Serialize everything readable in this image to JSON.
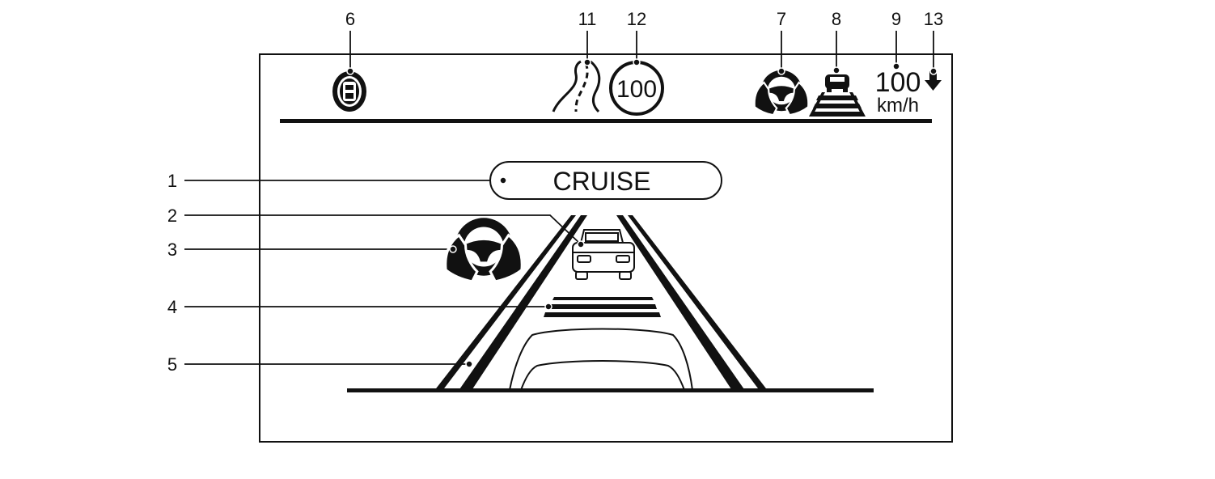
{
  "callouts": {
    "c1": "1",
    "c2": "2",
    "c3": "3",
    "c4": "4",
    "c5": "5",
    "c6": "6",
    "c7": "7",
    "c8": "8",
    "c9": "9",
    "c11": "11",
    "c12": "12",
    "c13": "13"
  },
  "display": {
    "mode_label": "CRUISE",
    "speed_limit_sign": "100",
    "set_speed": "100",
    "set_speed_unit": "km/h"
  },
  "icons": {
    "c6": "front-sensor-icon",
    "c11": "winding-road-icon",
    "c12": "speed-limit-sign-icon",
    "c7": "hands-on-wheel-icon",
    "c8": "distance-setting-icon",
    "c13": "down-arrow-icon",
    "c2": "lead-vehicle-icon",
    "c3": "hands-on-wheel-icon",
    "c4": "distance-bars-icon",
    "c5": "lane-markers-icon"
  },
  "colors": {
    "ink": "#111111",
    "background": "#ffffff"
  }
}
